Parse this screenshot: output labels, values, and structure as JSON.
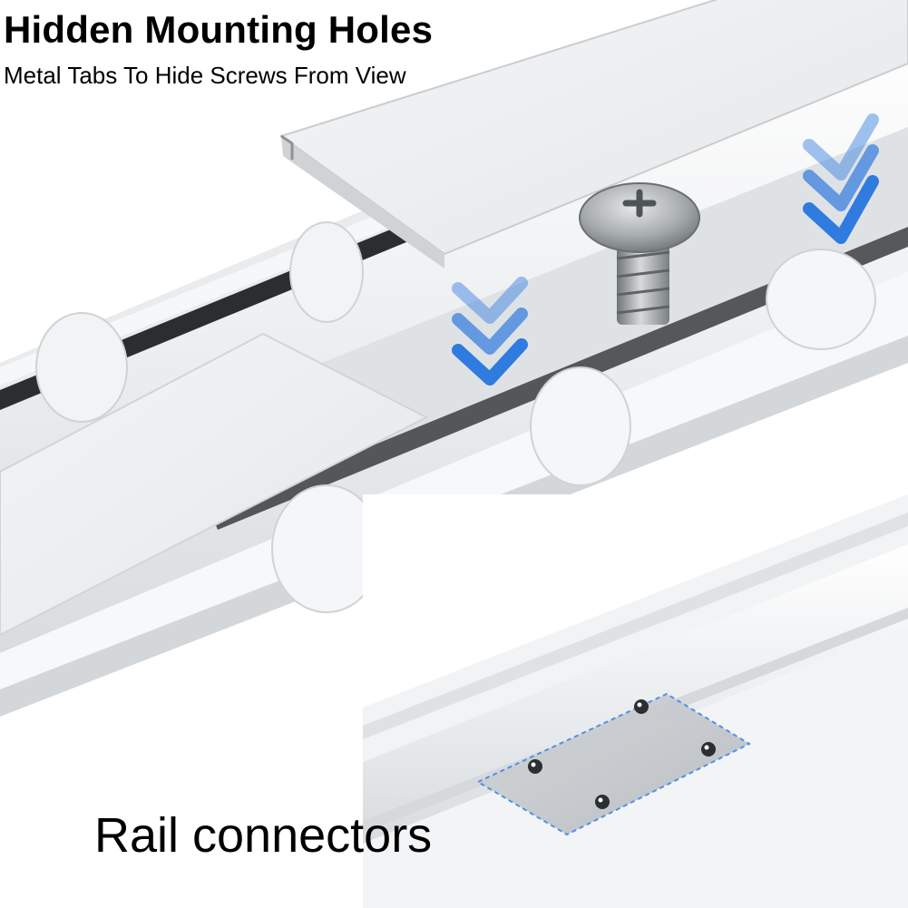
{
  "header": {
    "title": "Hidden Mounting Holes",
    "subtitle": "Metal Tabs To Hide Screws From View"
  },
  "inset": {
    "caption": "Rail connectors"
  },
  "icons": {
    "arrows": "chevron-down-arrows",
    "screw": "pan-head-screw",
    "plate": "connector-plate"
  },
  "colors": {
    "accent": "#2f7be0",
    "rail": "#eef0f2",
    "metal": "#9ea3a6"
  }
}
